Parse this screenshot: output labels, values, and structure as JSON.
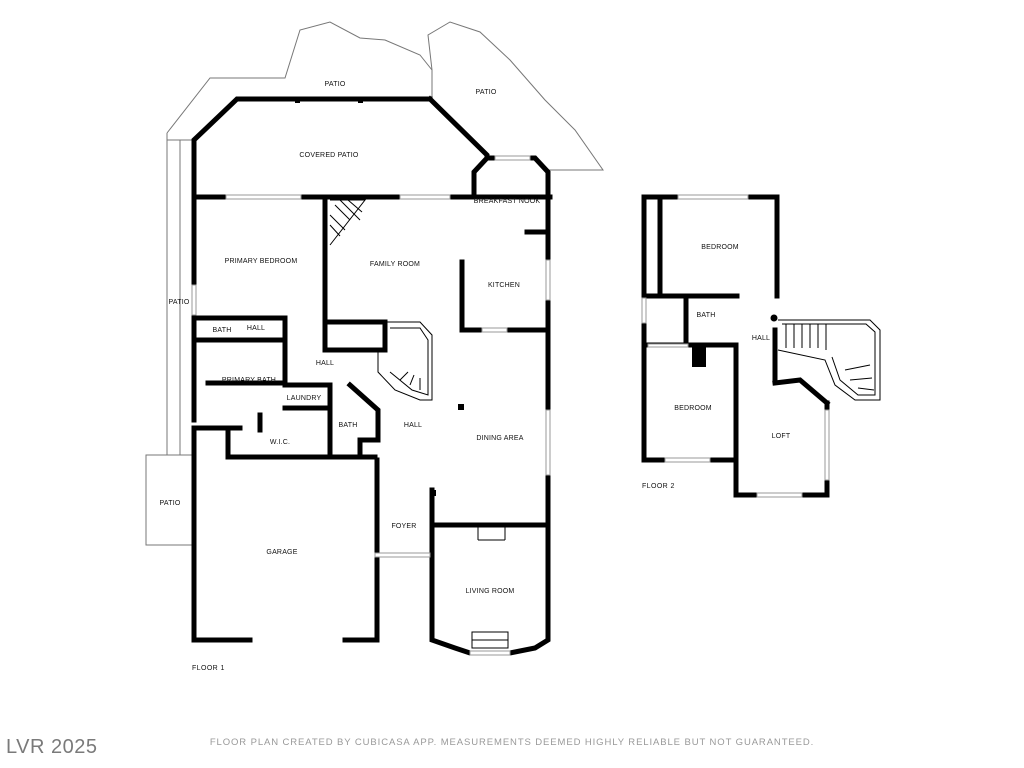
{
  "floor1": {
    "label": "FLOOR 1",
    "rooms": {
      "patio_top": "PATIO",
      "patio_right": "PATIO",
      "covered_patio": "COVERED PATIO",
      "breakfast_nook": "BREAKFAST NOOK",
      "primary_bedroom": "PRIMARY BEDROOM",
      "family_room": "FAMILY ROOM",
      "kitchen": "KITCHEN",
      "patio_side": "PATIO",
      "bath_small": "BATH",
      "hall_small": "HALL",
      "hall_mid": "HALL",
      "primary_bath": "PRIMARY BATH",
      "laundry": "LAUNDRY",
      "bath_center": "BATH",
      "hall_center": "HALL",
      "dining_area": "DINING AREA",
      "wic": "W.I.C.",
      "patio_lower": "PATIO",
      "foyer": "FOYER",
      "garage": "GARAGE",
      "living_room": "LIVING ROOM"
    }
  },
  "floor2": {
    "label": "FLOOR 2",
    "rooms": {
      "bedroom_top": "BEDROOM",
      "bath": "BATH",
      "hall": "HALL",
      "bedroom_bottom": "BEDROOM",
      "loft": "LOFT"
    }
  },
  "footer": {
    "disclaimer": "FLOOR PLAN CREATED BY CUBICASA APP. MEASUREMENTS DEEMED HIGHLY RELIABLE BUT NOT GUARANTEED.",
    "watermark": "LVR 2025"
  }
}
